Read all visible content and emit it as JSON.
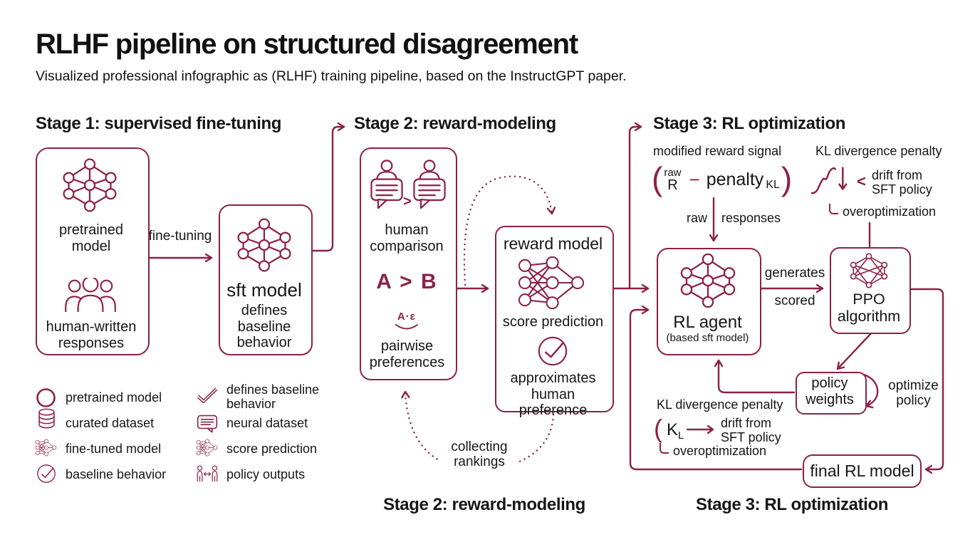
{
  "title": "RLHF pipeline on structured disagreement",
  "subtitle": "Visualized professional infographic as (RLHF) training pipeline, based on the InstructGPT paper.",
  "colors": {
    "accent": "#8C2148",
    "ink": "#161616",
    "background": "#ffffff"
  },
  "stage1": {
    "header": "Stage 1: supervised fine-tuning",
    "pretrained_label": "pretrained model",
    "human_label": "human-written responses",
    "edge_label": "fine-tuning",
    "sft_title": "sft model",
    "sft_caption": "defines baseline behavior"
  },
  "stage2": {
    "header": "Stage 2: reward-modeling",
    "comparison_gt": ">",
    "human_comparison": "human comparison",
    "ab_compare": "A > B",
    "pairwise_icon_text": "A·ɛ",
    "pairwise_label": "pairwise preferences",
    "reward_title": "reward model",
    "score_label": "score prediction",
    "approximates_label": "approximates human preference",
    "collecting_label": "collecting rankings",
    "footer": "Stage 2: reward-modeling"
  },
  "stage3": {
    "header": "Stage 3: RL optimization",
    "modified_label": "modified reward signal",
    "formula_open": "(",
    "formula_raw": "raw",
    "formula_r": "R",
    "formula_minus": "−",
    "formula_penalty": "penalty",
    "formula_kl": "KL",
    "formula_close": ")",
    "raw_label": "raw",
    "responses_label": "responses",
    "kl_title_top": "KL divergence penalty",
    "lt_sign": "<",
    "drift_top": "drift from SFT policy",
    "overopt_top": "overoptimization",
    "rl_agent_title": "RL agent",
    "rl_agent_sub": "(based sft model)",
    "generates_label": "generates",
    "scored_label": "scored",
    "ppo_label": "PPO algorithm",
    "policy_weights_label": "policy weights",
    "optimize_label": "optimize policy",
    "kl_title_bottom": "KL divergence penalty",
    "kl_open": "(",
    "kl_k": "K",
    "kl_sub": "L",
    "drift_bottom": "drift from SFT policy",
    "overopt_bottom": "overoptimization",
    "final_model_label": "final RL model",
    "footer": "Stage 3: RL optimization"
  },
  "legend": {
    "left": [
      {
        "icon": "circle-icon",
        "label": "pretrained model"
      },
      {
        "icon": "database-icon",
        "label": "curated dataset"
      },
      {
        "icon": "network-icon",
        "label": "fine-tuned model"
      },
      {
        "icon": "check-circle-icon",
        "label": "baseline behavior"
      }
    ],
    "right": [
      {
        "icon": "checkmark-icon",
        "label": "defines baseline behavior"
      },
      {
        "icon": "speech-bubble-icon",
        "label": "neural dataset"
      },
      {
        "icon": "network-icon",
        "label": "score prediction"
      },
      {
        "icon": "policy-outputs-icon",
        "label": "policy outputs"
      }
    ]
  }
}
